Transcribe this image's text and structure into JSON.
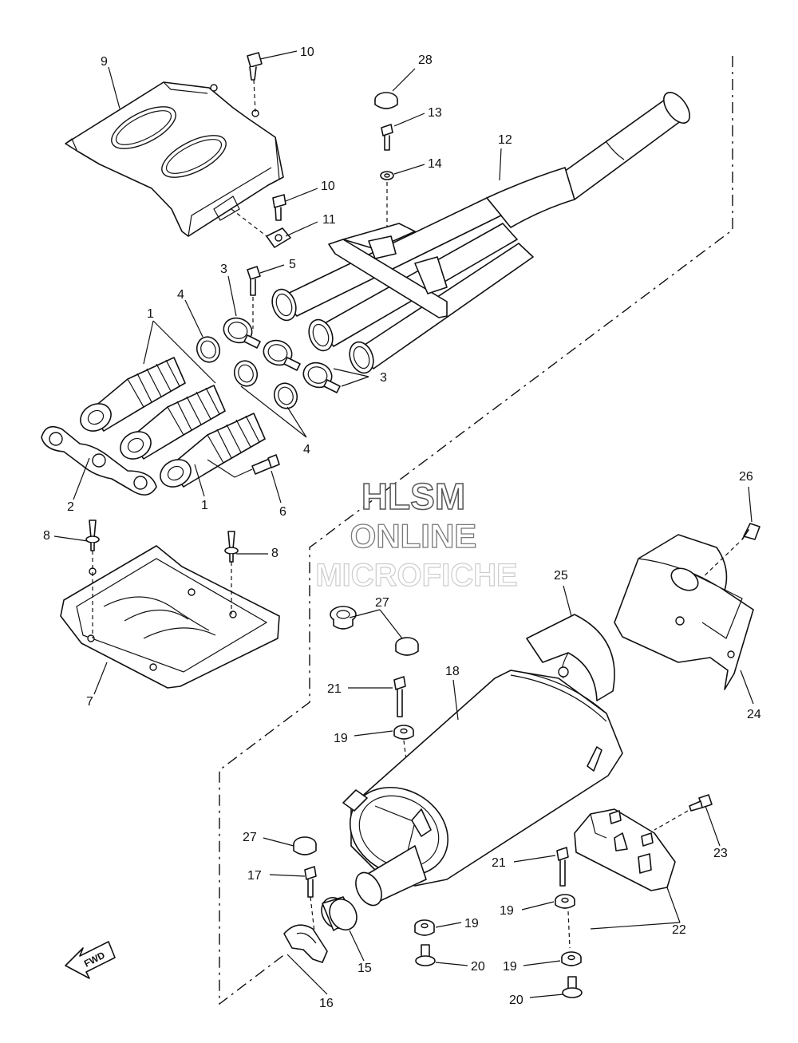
{
  "watermark": {
    "line1": "HLSM",
    "line2": "ONLINE",
    "line3": "MICROFICHE"
  },
  "fwd_label": "FWD",
  "callouts": [
    "10",
    "28",
    "9",
    "13",
    "12",
    "14",
    "10",
    "11",
    "5",
    "3",
    "4",
    "1",
    "3",
    "4",
    "2",
    "6",
    "1",
    "26",
    "8",
    "8",
    "25",
    "27",
    "21",
    "18",
    "7",
    "19",
    "24",
    "23",
    "27",
    "17",
    "21",
    "19",
    "22",
    "19",
    "20",
    "15",
    "19",
    "16",
    "20"
  ]
}
